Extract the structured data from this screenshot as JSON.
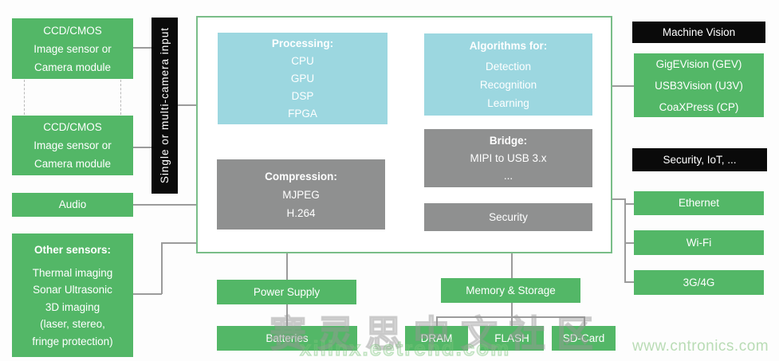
{
  "palette": {
    "green": "#53b767",
    "cyan": "#9cd7e0",
    "gray": "#8f9090",
    "black": "#0a0a0a",
    "connector_line": "#9b9b9b",
    "soc_border": "#79bd88"
  },
  "sensors": {
    "camera1": [
      "CCD/CMOS",
      "Image sensor or",
      "Camera module"
    ],
    "camera2": [
      "CCD/CMOS",
      "Image sensor or",
      "Camera module"
    ],
    "audio": "Audio",
    "other": {
      "title": "Other sensors:",
      "items": [
        "Thermal imaging",
        "Sonar Ultrasonic",
        "3D imaging",
        "(laser, stereo,",
        "fringe protection)"
      ]
    }
  },
  "input_bar": "Single or multi-camera input",
  "soc": {
    "processing": {
      "title": "Processing:",
      "items": [
        "CPU",
        "GPU",
        "DSP",
        "FPGA"
      ]
    },
    "algorithms": {
      "title": "Algorithms for:",
      "items": [
        "Detection",
        "Recognition",
        "Learning"
      ]
    },
    "compression": {
      "title": "Compression:",
      "items": [
        "MJPEG",
        "H.264"
      ]
    },
    "bridge": {
      "title": "Bridge:",
      "items": [
        "MIPI to USB 3.x",
        "..."
      ]
    },
    "security": "Security"
  },
  "outputs": {
    "machine_vision": {
      "header": "Machine Vision",
      "interfaces": [
        "GigEVision (GEV)",
        "USB3Vision (U3V)",
        "CoaXPress (CP)"
      ]
    },
    "security_iot": {
      "header": "Security, IoT, ...",
      "interfaces": [
        "Ethernet",
        "Wi-Fi",
        "3G/4G"
      ]
    }
  },
  "power": {
    "supply": "Power Supply",
    "battery": "Batteries"
  },
  "memory": {
    "header": "Memory & Storage",
    "items": [
      "DRAM",
      "FLASH",
      "SD-Card"
    ]
  },
  "watermarks": {
    "cn": "赛灵思中文社区",
    "site": "xilinx.eetrend.com",
    "corner": "www.cntronics.com"
  }
}
